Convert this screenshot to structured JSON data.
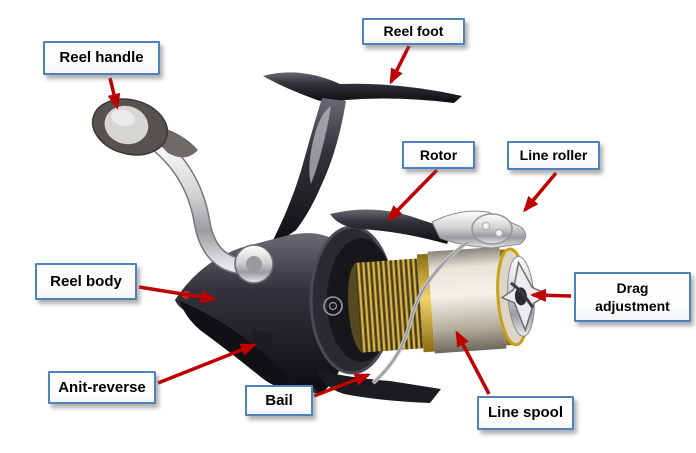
{
  "diagram": {
    "subject": "spinning-fishing-reel",
    "labels": [
      {
        "id": "reel-handle",
        "text": "Reel handle"
      },
      {
        "id": "reel-foot",
        "text": "Reel foot"
      },
      {
        "id": "rotor",
        "text": "Rotor"
      },
      {
        "id": "line-roller",
        "text": "Line roller"
      },
      {
        "id": "reel-body",
        "text": "Reel body"
      },
      {
        "id": "drag-adjustment",
        "text": "Drag adjustment"
      },
      {
        "id": "anit-reverse",
        "text": "Anit-reverse"
      },
      {
        "id": "bail",
        "text": "Bail"
      },
      {
        "id": "line-spool",
        "text": "Line spool"
      }
    ],
    "colors": {
      "background": "#ffffff",
      "callout_border": "#4f81bd",
      "arrow": "#c00000",
      "spool_gold": "#d9a82a"
    }
  }
}
